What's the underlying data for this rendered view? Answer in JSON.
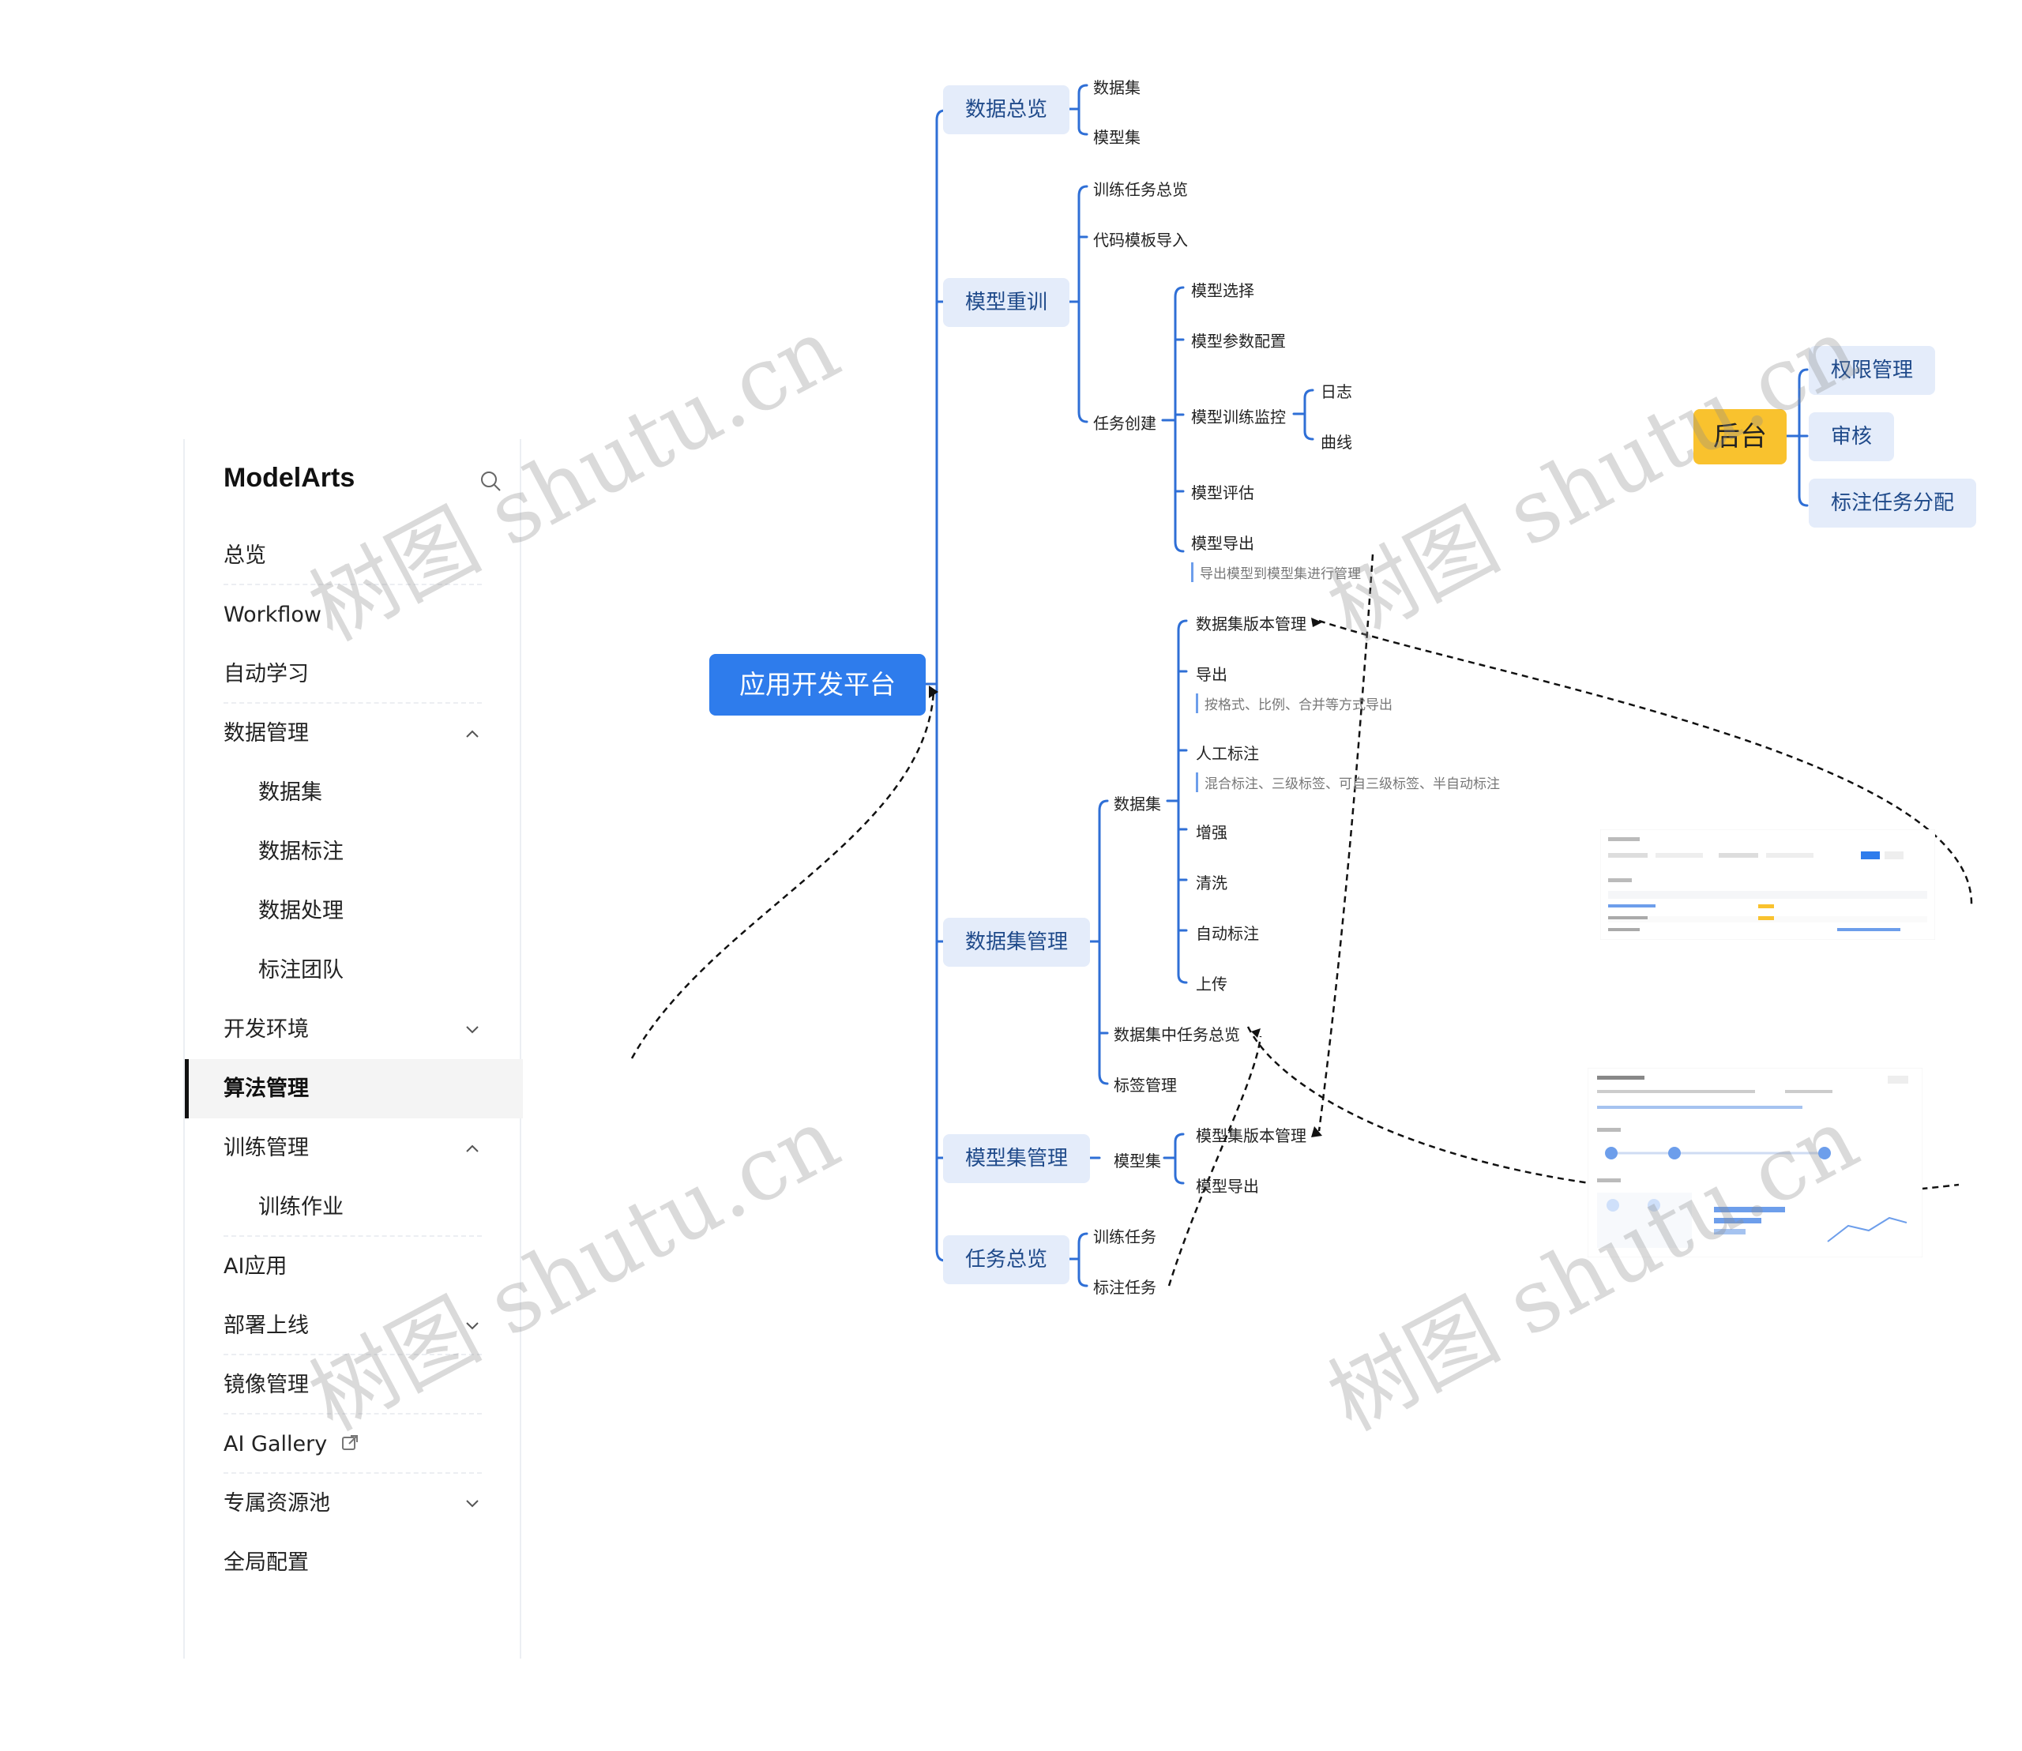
{
  "sidebar": {
    "title": "ModelArts",
    "items": [
      {
        "label": "总览"
      },
      {
        "label": "Workflow"
      },
      {
        "label": "自动学习"
      },
      {
        "label": "数据管理"
      },
      {
        "label": "数据集"
      },
      {
        "label": "数据标注"
      },
      {
        "label": "数据处理"
      },
      {
        "label": "标注团队"
      },
      {
        "label": "开发环境"
      },
      {
        "label": "算法管理"
      },
      {
        "label": "训练管理"
      },
      {
        "label": "训练作业"
      },
      {
        "label": "AI应用"
      },
      {
        "label": "部署上线"
      },
      {
        "label": "镜像管理"
      },
      {
        "label": "AI Gallery"
      },
      {
        "label": "专属资源池"
      },
      {
        "label": "全局配置"
      }
    ]
  },
  "mindmap": {
    "root": "应用开发平台",
    "overview": {
      "label": "数据总览",
      "children": [
        "数据集",
        "模型集"
      ]
    },
    "retrain": {
      "label": "模型重训",
      "children": [
        "训练任务总览",
        "代码模板导入"
      ],
      "task_create": {
        "label": "任务创建",
        "children": [
          "模型选择",
          "模型参数配置",
          "模型训练监控",
          "模型评估",
          "模型导出"
        ],
        "monitor_children": [
          "日志",
          "曲线"
        ],
        "export_note": "导出模型到模型集进行管理"
      }
    },
    "dataset_mgmt": {
      "label": "数据集管理",
      "dataset": {
        "label": "数据集",
        "children": [
          "数据集版本管理",
          "导出",
          "人工标注",
          "增强",
          "清洗",
          "自动标注",
          "上传"
        ],
        "export_note": "按格式、比例、合并等方式导出",
        "annotate_note": "混合标注、三级标签、可自三级标签、半自动标注"
      },
      "others": [
        "数据集中任务总览",
        "标签管理"
      ]
    },
    "model_mgmt": {
      "label": "模型集管理",
      "model_set": {
        "label": "模型集",
        "children": [
          "模型集版本管理",
          "模型导出"
        ]
      }
    },
    "task_overview": {
      "label": "任务总览",
      "children": [
        "训练任务",
        "标注任务"
      ]
    },
    "backend": {
      "label": "后台",
      "children": [
        "权限管理",
        "审核",
        "标注任务分配"
      ]
    }
  },
  "watermark": "树图 shutu.cn",
  "colors": {
    "root": "#2e7cec",
    "level1_bg": "#e4ecfa",
    "level1_text": "#1f4a8a",
    "connector": "#2f6fd6",
    "backend": "#f9c22e"
  }
}
